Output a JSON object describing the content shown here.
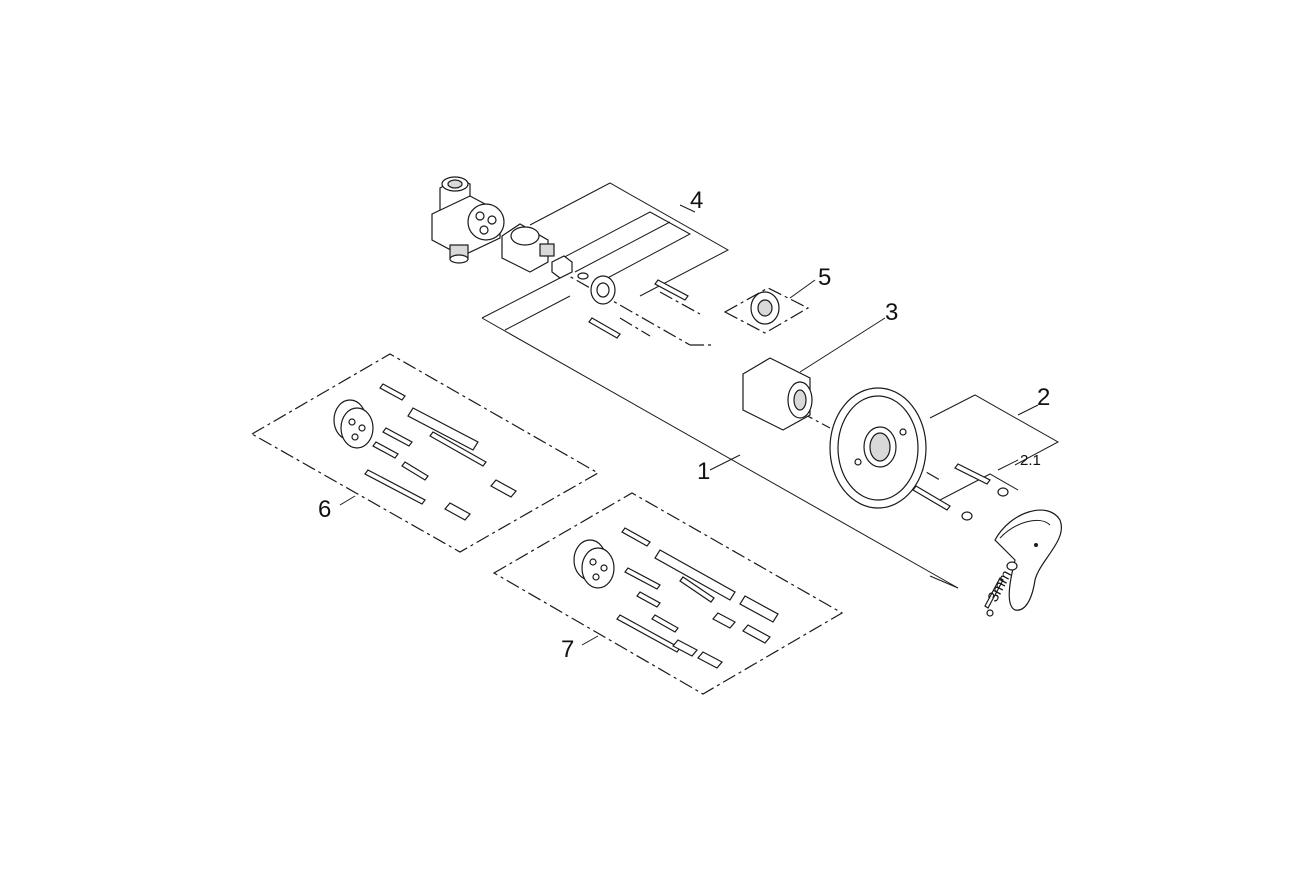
{
  "callouts": {
    "c1": "1",
    "c2": "2",
    "c2_1": "2.1",
    "c3": "3",
    "c4": "4",
    "c5": "5",
    "c6": "6",
    "c7": "7"
  },
  "tool_label": "3mm"
}
